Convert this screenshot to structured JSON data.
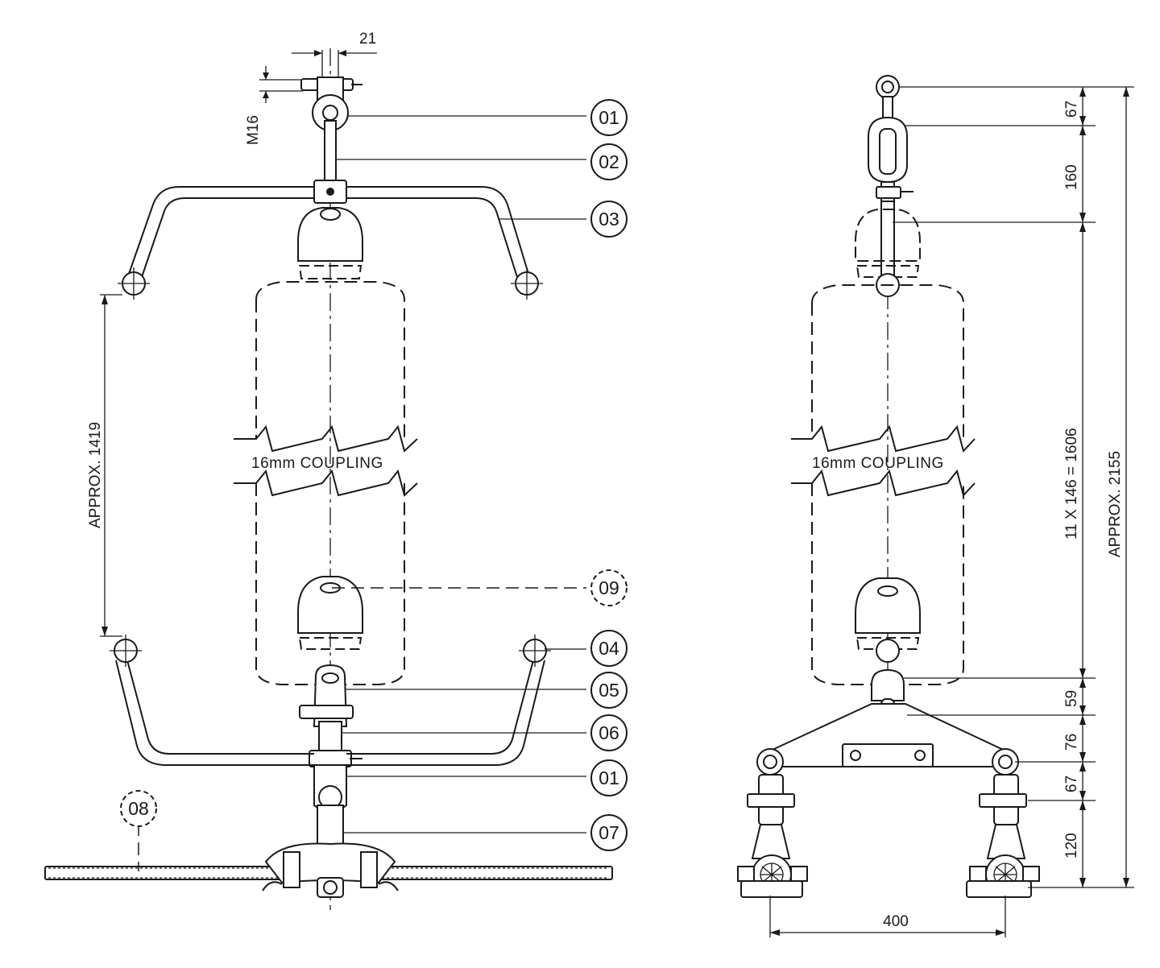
{
  "part_labels": [
    "01",
    "02",
    "03",
    "09",
    "04",
    "05",
    "06",
    "01",
    "07",
    "08"
  ],
  "dimensions": {
    "bolt_width": "21",
    "bolt_thread": "M16",
    "left_length": "APPROX. 1419",
    "right_spans": [
      "67",
      "160",
      "11 X 146 = 1606",
      "59",
      "76",
      "67",
      "120"
    ],
    "total_length": "APPROX. 2155",
    "bundle_spacing": "400"
  },
  "notes": {
    "coupling_left": "16mm COUPLING",
    "coupling_right": "16mm COUPLING"
  }
}
